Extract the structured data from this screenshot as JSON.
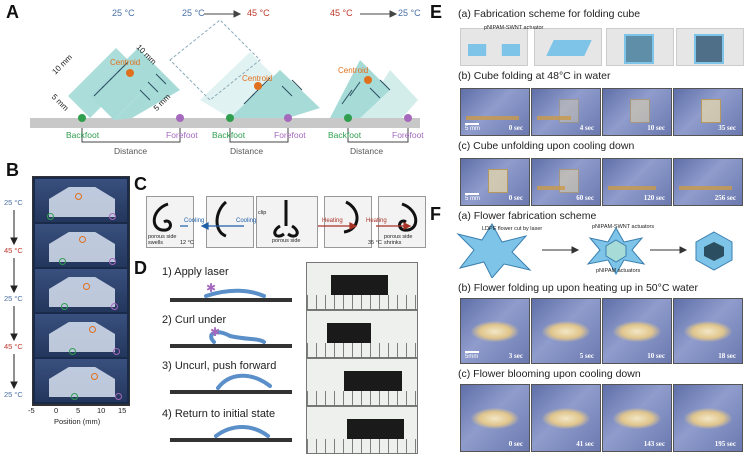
{
  "letters": {
    "a": "A",
    "b": "B",
    "c": "C",
    "d": "D",
    "e": "E",
    "f": "F"
  },
  "panelA": {
    "temp1": "25 °C",
    "temp2_from": "25 °C",
    "temp2_to": "45 °C",
    "temp3_from": "45 °C",
    "temp3_to": "25 °C",
    "dim_long": "10 mm",
    "dim_short": "5 mm",
    "centroid": "Centroid",
    "backfoot": "Backfoot",
    "forefoot": "Forefoot",
    "distance": "Distance",
    "colors": {
      "sheet": "#a7dbd8",
      "accent": "#e0701c",
      "back": "#2f9e4f",
      "fore": "#a569bd"
    }
  },
  "panelB": {
    "temps": [
      "25 °C",
      "45 °C",
      "25 °C",
      "45 °C",
      "25 °C"
    ],
    "ticks": [
      "-5",
      "0",
      "5",
      "10",
      "15"
    ],
    "xlabel": "Position (mm)"
  },
  "panelC": {
    "left_note": "porous side swells",
    "left_temp": "12 °C",
    "cooling1": "Cooling",
    "cooling2": "Cooling",
    "clip": "clip",
    "porous": "porous side",
    "heating1": "Heating",
    "heating2": "Heating",
    "right_note": "porous side shrinks",
    "right_temp": "35 °C"
  },
  "panelD": {
    "steps": [
      "1) Apply  laser",
      "2) Curl under",
      "3) Uncurl, push forward",
      "4) Return to initial state"
    ]
  },
  "panelE": {
    "cap_a": "(a) Fabrication scheme for folding cube",
    "actuator": "pNIPAM-SWNT actuator",
    "cap_b": "(b) Cube folding at 48°C in water",
    "b_times": [
      "0 sec",
      "4 sec",
      "10 sec",
      "35 sec"
    ],
    "cap_c": "(c) Cube unfolding upon cooling down",
    "c_times": [
      "0 sec",
      "60 sec",
      "120 sec",
      "256 sec"
    ],
    "scale": "5 mm"
  },
  "panelF": {
    "cap_a": "(a) Flower fabrication scheme",
    "ldpe": "LDPE flower cut by laser",
    "act1": "pNIPAM-SWNT actuators",
    "act2": "pNIPAM actuators",
    "cap_b": "(b) Flower folding up upon heating up in 50°C water",
    "b_times": [
      "3 sec",
      "5 sec",
      "10 sec",
      "18 sec"
    ],
    "cap_c": "(c) Flower blooming upon cooling down",
    "c_times": [
      "0 sec",
      "41 sec",
      "143 sec",
      "195 sec"
    ],
    "scale": "5mm"
  }
}
